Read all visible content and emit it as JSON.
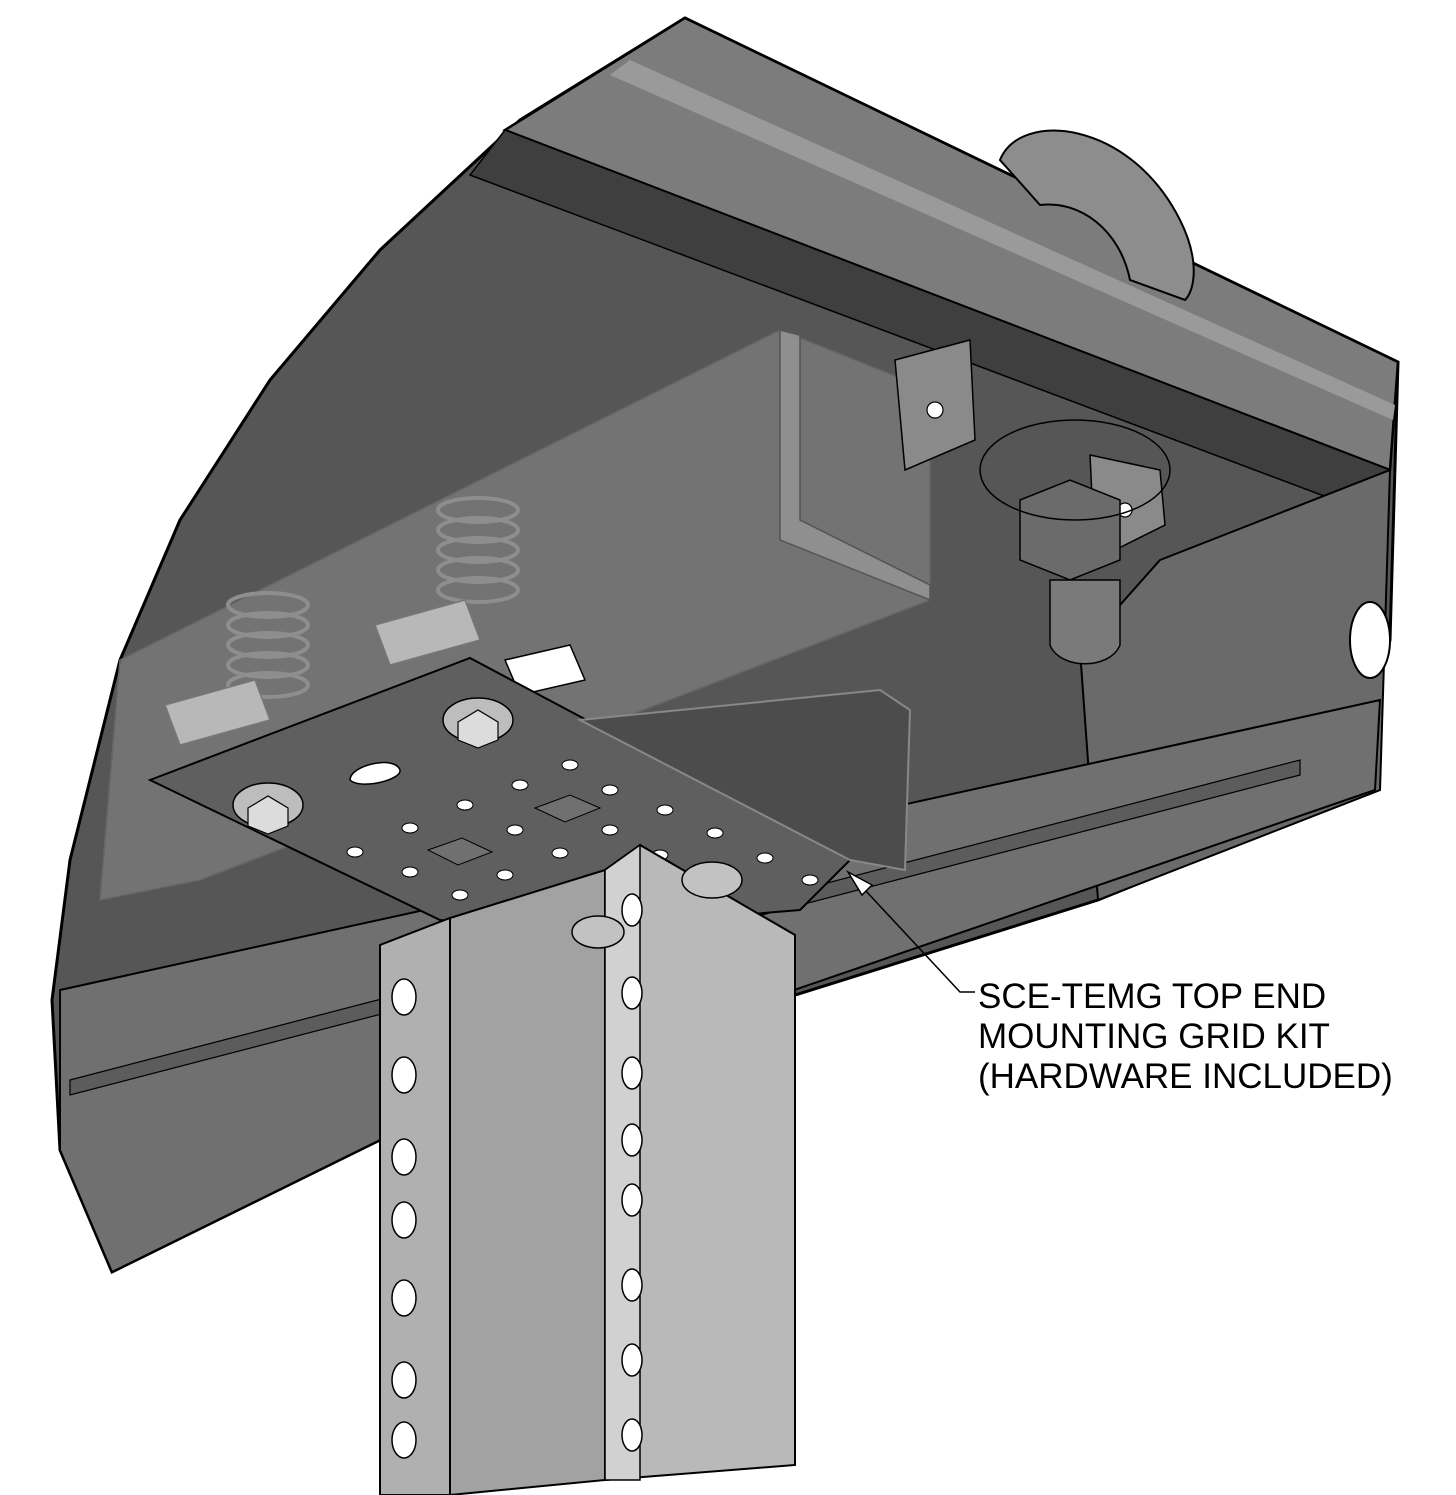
{
  "callout": {
    "line1": "SCE-TEMG TOP END",
    "line2": "MOUNTING GRID KIT",
    "line3": "(HARDWARE INCLUDED)"
  },
  "colors": {
    "dark_steel": "#4a4a4a",
    "mid_steel": "#6e6e6e",
    "light_steel": "#8a8a8a",
    "plate": "#5a5a5a",
    "post": "#a9a9a9",
    "post_light": "#c4c4c4",
    "outline": "#000000"
  }
}
